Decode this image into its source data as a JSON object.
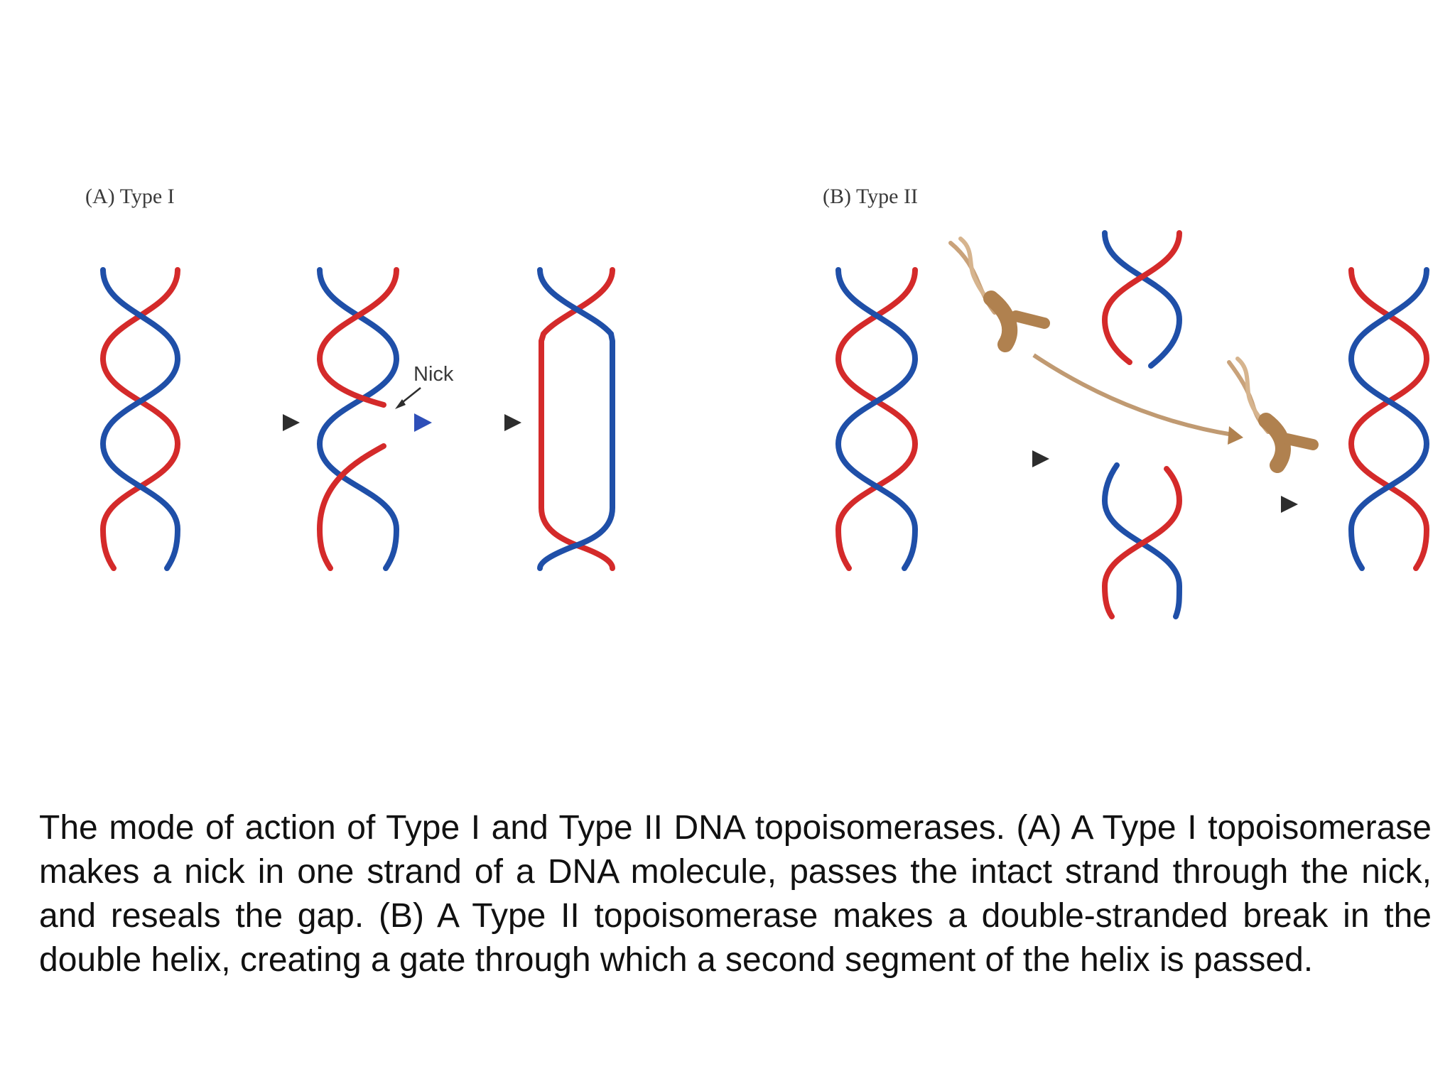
{
  "colors": {
    "strand_a": "#d42a2a",
    "strand_b": "#1f4fa8",
    "arrow": "#2d2d2d",
    "nick_arrow": "#2e4fb8",
    "topoisomerase": "#b0814f"
  },
  "panel_a": {
    "label": "(A) Type I",
    "nick_label": "Nick"
  },
  "panel_b": {
    "label": "(B) Type II"
  },
  "caption": "The mode of action of Type I and Type II DNA topoisomerases.  (A) A Type I topoisomerase makes a nick in one strand of a DNA molecule, passes the intact strand through the nick, and reseals the gap. (B) A Type II topoisomerase makes a double-stranded break in the double helix, creating a gate through which a second segment of the helix is passed."
}
